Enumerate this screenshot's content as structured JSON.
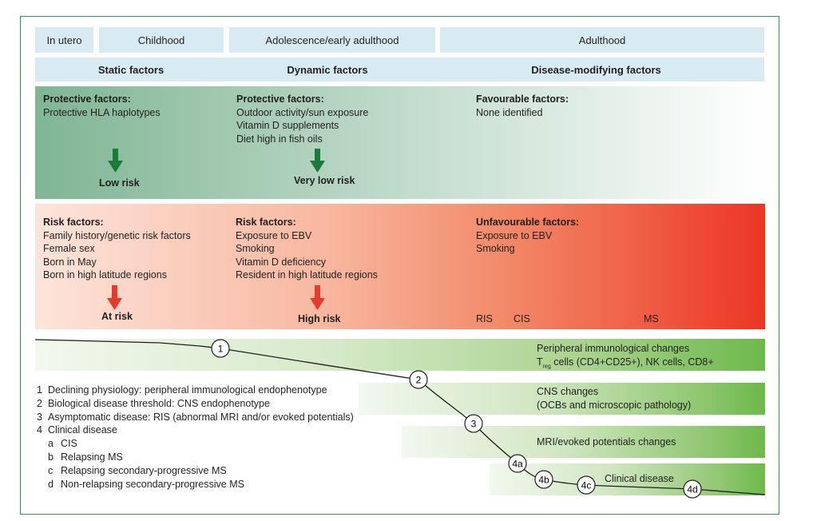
{
  "headers_top": {
    "in_utero": "In utero",
    "childhood": "Childhood",
    "adolescence": "Adolescence/early adulthood",
    "adulthood": "Adulthood"
  },
  "headers_second": {
    "static": "Static factors",
    "dynamic": "Dynamic factors",
    "disease_modifying": "Disease-modifying factors"
  },
  "protective": {
    "col1": {
      "title": "Protective factors:",
      "items": [
        "Protective HLA haplotypes"
      ],
      "arrow_label": "Low risk"
    },
    "col2": {
      "title": "Protective factors:",
      "items": [
        "Outdoor activity/sun exposure",
        "Vitamin D supplements",
        "Diet high in fish oils"
      ],
      "arrow_label": "Very low risk"
    },
    "col3": {
      "title": "Favourable factors:",
      "items": [
        "None identified"
      ]
    }
  },
  "risk": {
    "col1": {
      "title": "Risk factors:",
      "items": [
        "Family history/genetic risk factors",
        "Female sex",
        "Born in May",
        "Born in high latitude regions"
      ],
      "arrow_label": "At risk"
    },
    "col2": {
      "title": "Risk factors:",
      "items": [
        "Exposure to EBV",
        "Smoking",
        "Vitamin D deficiency",
        "Resident in high latitude regions"
      ],
      "arrow_label": "High risk"
    },
    "col3": {
      "title": "Unfavourable factors:",
      "items": [
        "Exposure to EBV",
        "Smoking"
      ]
    },
    "stages": [
      "RIS",
      "CIS",
      "MS"
    ]
  },
  "strips": {
    "peripheral": {
      "line1": "Peripheral immunological changes",
      "treg_T": "T",
      "treg_sub": "reg",
      "treg_rest": " cells (CD4+CD25+), NK cells, CD8+"
    },
    "cns": {
      "line1": "CNS changes",
      "line2": "(OCBs and microscopic pathology)"
    },
    "mri": {
      "line1": "MRI/evoked potentials changes"
    },
    "clinical": {
      "line1": "Clinical disease"
    }
  },
  "markers": [
    "1",
    "2",
    "3",
    "4a",
    "4b",
    "4c",
    "4d"
  ],
  "legend": {
    "items": [
      {
        "num": "1",
        "text": "Declining physiology: peripheral immunological endophenotype"
      },
      {
        "num": "2",
        "text": "Biological disease threshold: CNS endophenotype"
      },
      {
        "num": "3",
        "text": "Asymptomatic disease: RIS (abnormal MRI and/or evoked potentials)"
      },
      {
        "num": "4",
        "text": "Clinical disease"
      }
    ],
    "sub_items": [
      {
        "letter": "a",
        "text": "CIS"
      },
      {
        "letter": "b",
        "text": "Relapsing MS"
      },
      {
        "letter": "c",
        "text": "Relapsing secondary-progressive MS"
      },
      {
        "letter": "d",
        "text": "Non-relapsing secondary-progressive MS"
      }
    ]
  },
  "colors": {
    "header_bg": "#d8ebf2",
    "protective_green": "#7fb595",
    "risk_red": "#ec3525",
    "strip_green": "#6cb94a",
    "arrow_green": "#1a7a3a",
    "arrow_red": "#e63a2a",
    "frame": "#3a8c5c"
  }
}
